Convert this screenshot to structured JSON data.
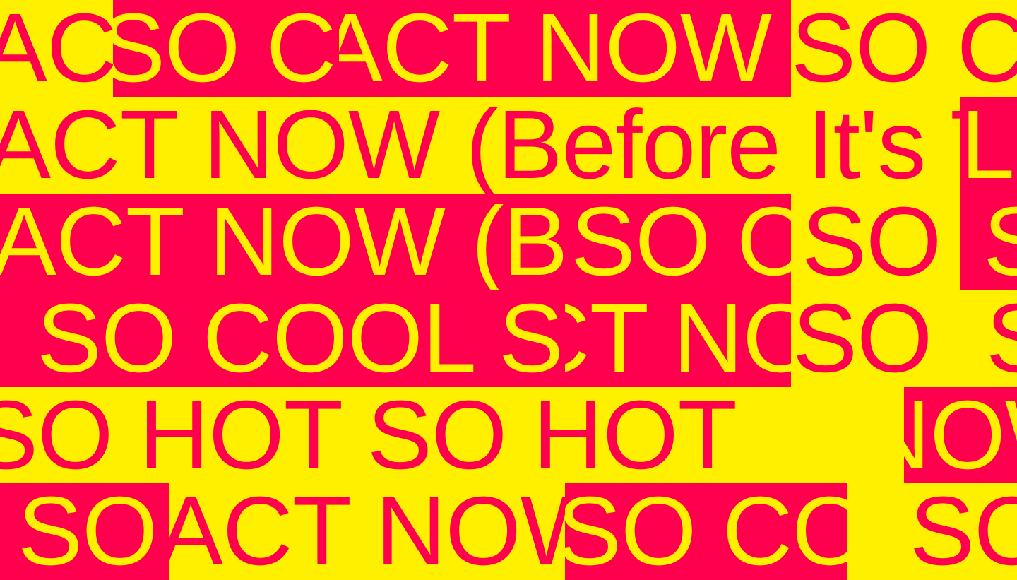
{
  "palette": {
    "yellow": "#FFF000",
    "red": "#FF004E"
  },
  "phrases": {
    "act_now": "ACT NOW (Before It's Too Late)",
    "so_cool": "SO COOL",
    "so_hot": "SO HOT"
  },
  "tiles": [
    {
      "id": "t0",
      "row": 0,
      "col": 0,
      "w": 2,
      "bg": "yellow",
      "fg": "red",
      "phrase": "act_now"
    },
    {
      "id": "t1",
      "row": 0,
      "col": 2,
      "w": 4,
      "bg": "red",
      "fg": "yellow",
      "phrase": "so_cool"
    },
    {
      "id": "t2",
      "row": 0,
      "col": 6,
      "w": 8,
      "bg": "red",
      "fg": "yellow",
      "phrase": "act_now"
    },
    {
      "id": "t3",
      "row": 0,
      "col": 14,
      "w": 4,
      "bg": "yellow",
      "fg": "red",
      "phrase": "so_cool"
    },
    {
      "id": "t4",
      "row": 1,
      "col": 0,
      "w": 17,
      "bg": "yellow",
      "fg": "red",
      "phrase": "act_now"
    },
    {
      "id": "t5",
      "row": 1,
      "col": 17,
      "w": 1,
      "bg": "red",
      "fg": "yellow",
      "phrase": "so_cool"
    },
    {
      "id": "t6",
      "row": 2,
      "col": 0,
      "w": 10,
      "bg": "red",
      "fg": "yellow",
      "phrase": "act_now"
    },
    {
      "id": "t7",
      "row": 2,
      "col": 10,
      "w": 4,
      "bg": "red",
      "fg": "yellow",
      "phrase": "so_cool"
    },
    {
      "id": "t8",
      "row": 2,
      "col": 14,
      "w": 3,
      "bg": "yellow",
      "fg": "red",
      "phrase": "so_cool"
    },
    {
      "id": "t9",
      "row": 2,
      "col": 17,
      "w": 1,
      "bg": "red",
      "fg": "yellow",
      "phrase": "so_cool"
    },
    {
      "id": "t10",
      "row": 3,
      "col": 0,
      "w": 10,
      "bg": "red",
      "fg": "yellow",
      "phrase": "so_cool"
    },
    {
      "id": "t11",
      "row": 3,
      "col": 10,
      "w": 4,
      "bg": "red",
      "fg": "yellow",
      "phrase": "act_now"
    },
    {
      "id": "t12",
      "row": 3,
      "col": 14,
      "w": 3,
      "bg": "yellow",
      "fg": "red",
      "phrase": "so_hot"
    },
    {
      "id": "t13",
      "row": 3,
      "col": 17,
      "w": 1,
      "bg": "yellow",
      "fg": "red",
      "phrase": "so_cool"
    },
    {
      "id": "t14",
      "row": 4,
      "col": 0,
      "w": 16,
      "bg": "yellow",
      "fg": "red",
      "phrase": "so_hot"
    },
    {
      "id": "t15",
      "row": 4,
      "col": 16,
      "w": 2,
      "bg": "red",
      "fg": "yellow",
      "phrase": "act_now"
    },
    {
      "id": "t16",
      "row": 5,
      "col": 0,
      "w": 3,
      "bg": "red",
      "fg": "yellow",
      "phrase": "so_cool"
    },
    {
      "id": "t17",
      "row": 5,
      "col": 3,
      "w": 7,
      "bg": "yellow",
      "fg": "red",
      "phrase": "act_now"
    },
    {
      "id": "t18",
      "row": 5,
      "col": 10,
      "w": 5,
      "bg": "red",
      "fg": "yellow",
      "phrase": "so_cool"
    },
    {
      "id": "t19",
      "row": 5,
      "col": 15,
      "w": 3,
      "bg": "yellow",
      "fg": "red",
      "phrase": "so_cool"
    }
  ]
}
